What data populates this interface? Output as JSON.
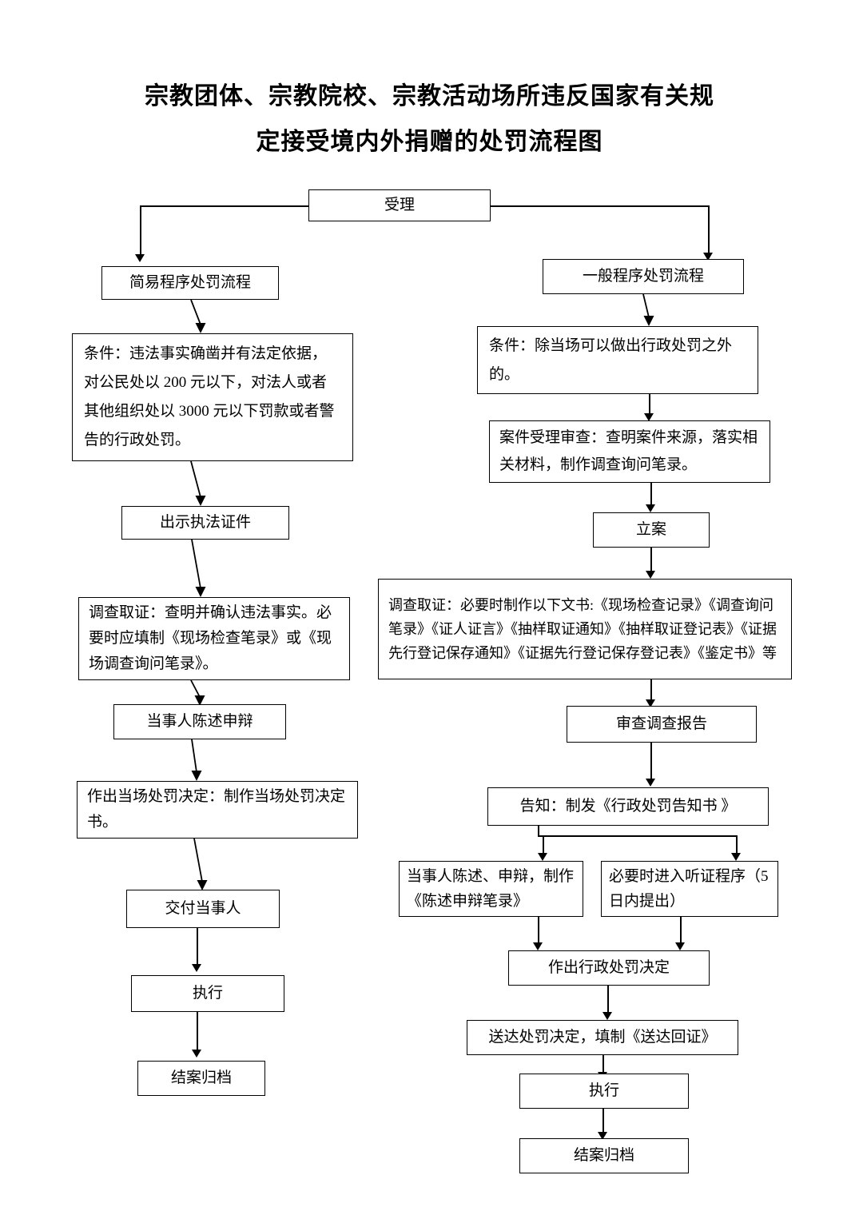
{
  "title": {
    "line1": "宗教团体、宗教院校、宗教活动场所违反国家有关规",
    "line2": "定接受境内外捐赠的处罚流程图"
  },
  "flowchart": {
    "type": "flowchart",
    "orientation": "top-down, two parallel branches",
    "root": {
      "id": "accept",
      "label": "受理"
    },
    "branches": [
      {
        "id": "simple-procedure",
        "header": "简易程序处罚流程",
        "side": "left",
        "steps": [
          "条件：违法事实确凿并有法定依据，对公民处以 200 元以下，对法人或者其他组织处以 3000 元以下罚款或者警告的行政处罚。",
          "出示执法证件",
          "调查取证：查明并确认违法事实。必要时应填制《现场检查笔录》或《现场调查询问笔录》。",
          "当事人陈述申辩",
          "作出当场处罚决定：制作当场处罚决定书。",
          "交付当事人",
          "执行",
          "结案归档"
        ]
      },
      {
        "id": "general-procedure",
        "header": "一般程序处罚流程",
        "side": "right",
        "steps": [
          "条件：除当场可以做出行政处罚之外的。",
          "案件受理审查：查明案件来源，落实相关材料，制作调查询问笔录。",
          "立案",
          "调查取证：必要时制作以下文书:《现场检查记录》《调查询问笔录》《证人证言》《抽样取证通知》《抽样取证登记表》《证据先行登记保存通知》《证据先行登记保存登记表》《鉴定书》等",
          "审查调查报告",
          "告知：制发《行政处罚告知书 》"
        ],
        "parallel_steps": [
          "当事人陈述、申辩，制作《陈述申辩笔录》",
          "必要时进入听证程序（5 日内提出）"
        ],
        "merge_steps": [
          "作出行政处罚决定",
          "送达处罚决定，填制《送达回证》",
          "执行",
          "结案归档"
        ]
      }
    ],
    "nodes": {
      "accept": "受理",
      "left_header": "简易程序处罚流程",
      "left_condition": "条件：违法事实确凿并有法定依据，对公民处以 200 元以下，对法人或者其他组织处以 3000 元以下罚款或者警告的行政处罚。",
      "left_show_credentials": "出示执法证件",
      "left_investigate": "调查取证：查明并确认违法事实。必要时应填制《现场检查笔录》或《现场调查询问笔录》。",
      "left_statement": "当事人陈述申辩",
      "left_decision": "作出当场处罚决定：制作当场处罚决定书。",
      "left_deliver": "交付当事人",
      "left_execute": "执行",
      "left_archive": "结案归档",
      "right_header": "一般程序处罚流程",
      "right_condition": "条件：除当场可以做出行政处罚之外的。",
      "right_case_review": "案件受理审查：查明案件来源，落实相关材料，制作调查询问笔录。",
      "right_file_case": "立案",
      "right_evidence": "调查取证：必要时制作以下文书:《现场检查记录》《调查询问笔录》《证人证言》《抽样取证通知》《抽样取证登记表》《证据先行登记保存通知》《证据先行登记保存登记表》《鉴定书》等",
      "right_report": "审查调查报告",
      "right_notice": "告知：制发《行政处罚告知书 》",
      "right_statement": "当事人陈述、申辩，制作《陈述申辩笔录》",
      "right_hearing": "必要时进入听证程序（5 日内提出）",
      "right_decision": "作出行政处罚决定",
      "right_serve": "送达处罚决定，填制《送达回证》",
      "right_execute": "执行",
      "right_archive": "结案归档"
    }
  },
  "colors": {
    "line": "#000000",
    "background": "#ffffff",
    "text": "#000000"
  }
}
